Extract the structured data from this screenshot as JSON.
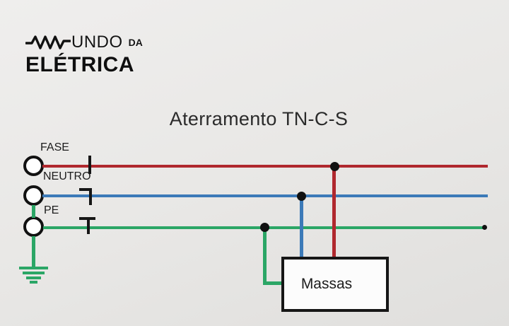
{
  "brand": {
    "word_mundo": "UNDO",
    "word_da": "DA",
    "word_eletrica": "ELÉTRICA"
  },
  "title": "Aterramento TN-C-S",
  "diagram": {
    "conductors": [
      {
        "id": "fase",
        "label": "FASE"
      },
      {
        "id": "neutro",
        "label": "NEUTRO"
      },
      {
        "id": "pe",
        "label": "PE"
      }
    ],
    "massas_label": "Massas"
  },
  "colors": {
    "fase": "#b0282e",
    "neutro": "#3c7ab8",
    "pe": "#2ba666",
    "ink": "#1a1a1a",
    "bg1": "#efeeed",
    "bg2": "#e0dfdd",
    "box": "#fcfcfc"
  }
}
